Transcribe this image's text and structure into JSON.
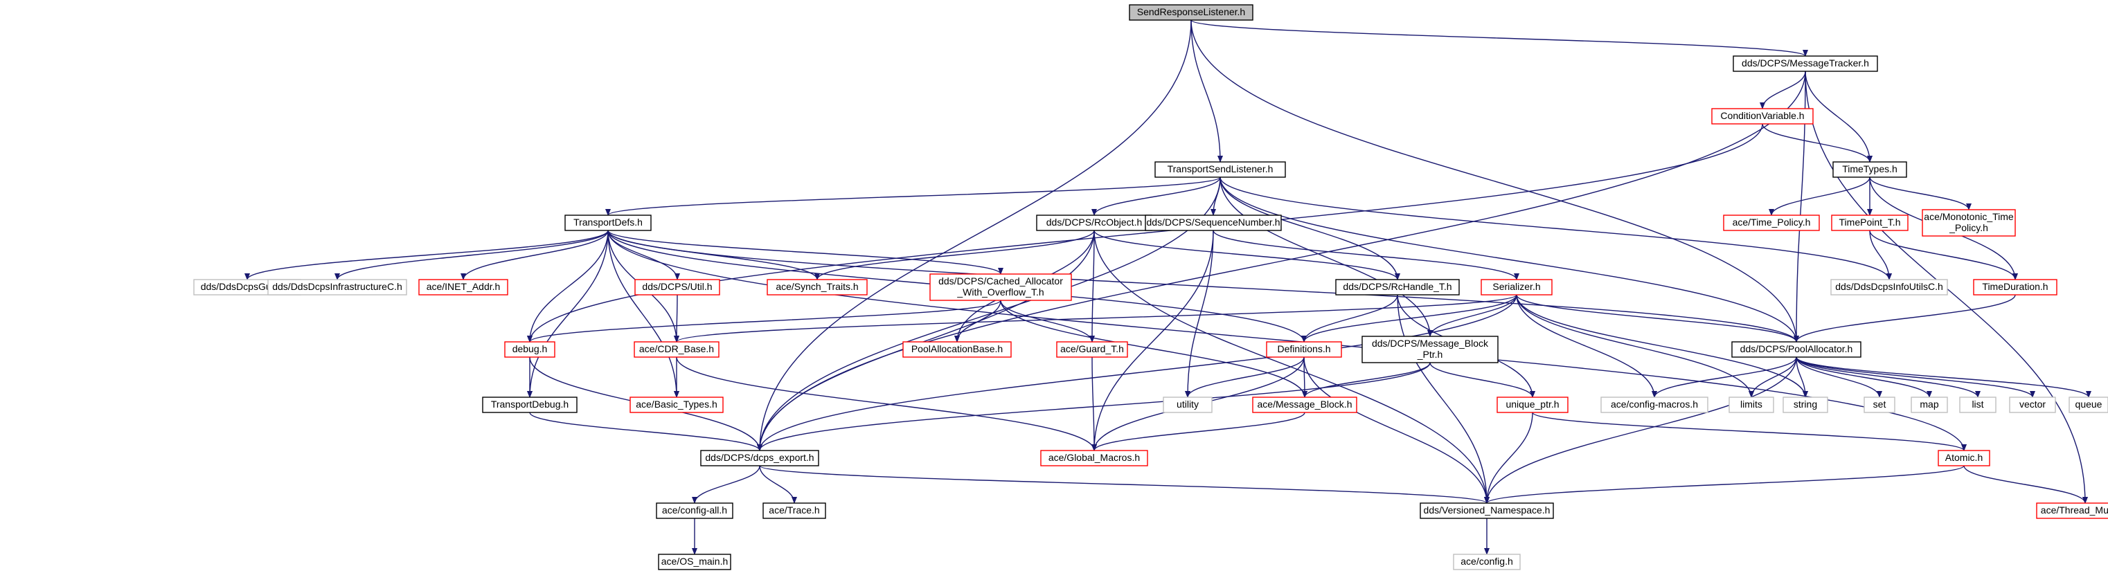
{
  "title": "SendResponseListener.h",
  "colors": {
    "edge": "#191970",
    "root_fill": "#bfbfbf",
    "normal_border": "#000000",
    "truncated_border": "#ff0000",
    "system_border": "#bfbfbf",
    "system_text": "#000000"
  },
  "nodes": [
    {
      "id": "root",
      "lines": [
        "SendResponseListener.h"
      ],
      "kind": "root"
    },
    {
      "id": "msgtracker",
      "lines": [
        "dds/DCPS/MessageTracker.h"
      ],
      "kind": "normal"
    },
    {
      "id": "condvar",
      "lines": [
        "ConditionVariable.h"
      ],
      "kind": "truncated"
    },
    {
      "id": "timetypes",
      "lines": [
        "TimeTypes.h"
      ],
      "kind": "normal"
    },
    {
      "id": "tsl",
      "lines": [
        "TransportSendListener.h"
      ],
      "kind": "normal"
    },
    {
      "id": "transportdefs",
      "lines": [
        "TransportDefs.h"
      ],
      "kind": "normal"
    },
    {
      "id": "rcobject",
      "lines": [
        "dds/DCPS/RcObject.h"
      ],
      "kind": "normal"
    },
    {
      "id": "seqnum",
      "lines": [
        "dds/DCPS/SequenceNumber.h"
      ],
      "kind": "normal"
    },
    {
      "id": "timepolicy",
      "lines": [
        "ace/Time_Policy.h"
      ],
      "kind": "truncated"
    },
    {
      "id": "timepoint",
      "lines": [
        "TimePoint_T.h"
      ],
      "kind": "truncated"
    },
    {
      "id": "monotonic",
      "lines": [
        "ace/Monotonic_Time",
        "_Policy.h"
      ],
      "kind": "truncated"
    },
    {
      "id": "guidc",
      "lines": [
        "dds/DdsDcpsGuidC.h"
      ],
      "kind": "system"
    },
    {
      "id": "infrac",
      "lines": [
        "dds/DdsDcpsInfrastructureC.h"
      ],
      "kind": "system"
    },
    {
      "id": "inetaddr",
      "lines": [
        "ace/INET_Addr.h"
      ],
      "kind": "truncated"
    },
    {
      "id": "util",
      "lines": [
        "dds/DCPS/Util.h"
      ],
      "kind": "truncated"
    },
    {
      "id": "synch",
      "lines": [
        "ace/Synch_Traits.h"
      ],
      "kind": "truncated"
    },
    {
      "id": "cachedalloc",
      "lines": [
        "dds/DCPS/Cached_Allocator",
        "_With_Overflow_T.h"
      ],
      "kind": "truncated"
    },
    {
      "id": "rchandle",
      "lines": [
        "dds/DCPS/RcHandle_T.h"
      ],
      "kind": "normal"
    },
    {
      "id": "serializer",
      "lines": [
        "Serializer.h"
      ],
      "kind": "truncated"
    },
    {
      "id": "infoutils",
      "lines": [
        "dds/DdsDcpsInfoUtilsC.h"
      ],
      "kind": "system"
    },
    {
      "id": "timeduration",
      "lines": [
        "TimeDuration.h"
      ],
      "kind": "truncated"
    },
    {
      "id": "debug",
      "lines": [
        "debug.h"
      ],
      "kind": "truncated"
    },
    {
      "id": "cdrbase",
      "lines": [
        "ace/CDR_Base.h"
      ],
      "kind": "truncated"
    },
    {
      "id": "poolallocbase",
      "lines": [
        "PoolAllocationBase.h"
      ],
      "kind": "truncated"
    },
    {
      "id": "guard",
      "lines": [
        "ace/Guard_T.h"
      ],
      "kind": "truncated"
    },
    {
      "id": "definitions",
      "lines": [
        "Definitions.h"
      ],
      "kind": "truncated"
    },
    {
      "id": "msgblockptr",
      "lines": [
        "dds/DCPS/Message_Block",
        "_Ptr.h"
      ],
      "kind": "normal"
    },
    {
      "id": "poolalloc",
      "lines": [
        "dds/DCPS/PoolAllocator.h"
      ],
      "kind": "normal"
    },
    {
      "id": "transportdebug",
      "lines": [
        "TransportDebug.h"
      ],
      "kind": "normal"
    },
    {
      "id": "basictypes",
      "lines": [
        "ace/Basic_Types.h"
      ],
      "kind": "truncated"
    },
    {
      "id": "utility",
      "lines": [
        "utility"
      ],
      "kind": "system"
    },
    {
      "id": "msgblock",
      "lines": [
        "ace/Message_Block.h"
      ],
      "kind": "truncated"
    },
    {
      "id": "configmacros",
      "lines": [
        "ace/config-macros.h"
      ],
      "kind": "system"
    },
    {
      "id": "limits",
      "lines": [
        "limits"
      ],
      "kind": "system"
    },
    {
      "id": "string",
      "lines": [
        "string"
      ],
      "kind": "system"
    },
    {
      "id": "set",
      "lines": [
        "set"
      ],
      "kind": "system"
    },
    {
      "id": "map",
      "lines": [
        "map"
      ],
      "kind": "system"
    },
    {
      "id": "list",
      "lines": [
        "list"
      ],
      "kind": "system"
    },
    {
      "id": "vector",
      "lines": [
        "vector"
      ],
      "kind": "system"
    },
    {
      "id": "queue",
      "lines": [
        "queue"
      ],
      "kind": "system"
    },
    {
      "id": "uniqueptr",
      "lines": [
        "unique_ptr.h"
      ],
      "kind": "truncated"
    },
    {
      "id": "dcpsexport",
      "lines": [
        "dds/DCPS/dcps_export.h"
      ],
      "kind": "normal"
    },
    {
      "id": "globalmacros",
      "lines": [
        "ace/Global_Macros.h"
      ],
      "kind": "truncated"
    },
    {
      "id": "atomic",
      "lines": [
        "Atomic.h"
      ],
      "kind": "truncated"
    },
    {
      "id": "configall",
      "lines": [
        "ace/config-all.h"
      ],
      "kind": "normal"
    },
    {
      "id": "trace",
      "lines": [
        "ace/Trace.h"
      ],
      "kind": "normal"
    },
    {
      "id": "versioned",
      "lines": [
        "dds/Versioned_Namespace.h"
      ],
      "kind": "normal"
    },
    {
      "id": "threadmutex",
      "lines": [
        "ace/Thread_Mutex.h"
      ],
      "kind": "truncated"
    },
    {
      "id": "osmain",
      "lines": [
        "ace/OS_main.h"
      ],
      "kind": "normal"
    },
    {
      "id": "config",
      "lines": [
        "ace/config.h"
      ],
      "kind": "system"
    }
  ],
  "edges": [
    [
      "root",
      "msgtracker"
    ],
    [
      "root",
      "tsl"
    ],
    [
      "root",
      "poolalloc"
    ],
    [
      "root",
      "dcpsexport"
    ],
    [
      "msgtracker",
      "condvar"
    ],
    [
      "msgtracker",
      "timetypes"
    ],
    [
      "msgtracker",
      "poolalloc"
    ],
    [
      "msgtracker",
      "threadmutex"
    ],
    [
      "msgtracker",
      "dcpsexport"
    ],
    [
      "condvar",
      "timetypes"
    ],
    [
      "condvar",
      "debug"
    ],
    [
      "timetypes",
      "timepolicy"
    ],
    [
      "timetypes",
      "timepoint"
    ],
    [
      "timetypes",
      "monotonic"
    ],
    [
      "timetypes",
      "timeduration"
    ],
    [
      "timepoint",
      "infoutils"
    ],
    [
      "timepoint",
      "timeduration"
    ],
    [
      "timeduration",
      "poolalloc"
    ],
    [
      "tsl",
      "transportdefs"
    ],
    [
      "tsl",
      "rcobject"
    ],
    [
      "tsl",
      "seqnum"
    ],
    [
      "tsl",
      "rchandle"
    ],
    [
      "tsl",
      "msgblockptr"
    ],
    [
      "tsl",
      "poolalloc"
    ],
    [
      "tsl",
      "infoutils"
    ],
    [
      "tsl",
      "dcpsexport"
    ],
    [
      "transportdefs",
      "guidc"
    ],
    [
      "transportdefs",
      "infrac"
    ],
    [
      "transportdefs",
      "inetaddr"
    ],
    [
      "transportdefs",
      "util"
    ],
    [
      "transportdefs",
      "synch"
    ],
    [
      "transportdefs",
      "cachedalloc"
    ],
    [
      "transportdefs",
      "debug"
    ],
    [
      "transportdefs",
      "cdrbase"
    ],
    [
      "transportdefs",
      "basictypes"
    ],
    [
      "transportdefs",
      "definitions"
    ],
    [
      "transportdefs",
      "poolalloc"
    ],
    [
      "transportdefs",
      "atomic"
    ],
    [
      "transportdefs",
      "transportdebug"
    ],
    [
      "util",
      "cdrbase"
    ],
    [
      "rcobject",
      "synch"
    ],
    [
      "rcobject",
      "poolallocbase"
    ],
    [
      "rcobject",
      "guard"
    ],
    [
      "rcobject",
      "rchandle"
    ],
    [
      "rcobject",
      "dcpsexport"
    ],
    [
      "rcobject",
      "versioned"
    ],
    [
      "cachedalloc",
      "debug"
    ],
    [
      "cachedalloc",
      "poolallocbase"
    ],
    [
      "cachedalloc",
      "guard"
    ],
    [
      "cachedalloc",
      "msgblock"
    ],
    [
      "seqnum",
      "serializer"
    ],
    [
      "seqnum",
      "utility"
    ],
    [
      "seqnum",
      "globalmacros"
    ],
    [
      "rchandle",
      "definitions"
    ],
    [
      "rchandle",
      "uniqueptr"
    ],
    [
      "rchandle",
      "versioned"
    ],
    [
      "serializer",
      "definitions"
    ],
    [
      "serializer",
      "msgblockptr"
    ],
    [
      "serializer",
      "poolalloc"
    ],
    [
      "serializer",
      "cdrbase"
    ],
    [
      "serializer",
      "configmacros"
    ],
    [
      "serializer",
      "limits"
    ],
    [
      "serializer",
      "string"
    ],
    [
      "serializer",
      "dcpsexport"
    ],
    [
      "debug",
      "transportdebug"
    ],
    [
      "debug",
      "dcpsexport"
    ],
    [
      "cdrbase",
      "basictypes"
    ],
    [
      "cdrbase",
      "globalmacros"
    ],
    [
      "guard",
      "globalmacros"
    ],
    [
      "definitions",
      "utility"
    ],
    [
      "definitions",
      "msgblock"
    ],
    [
      "definitions",
      "globalmacros"
    ],
    [
      "definitions",
      "versioned"
    ],
    [
      "msgblockptr",
      "msgblock"
    ],
    [
      "msgblockptr",
      "uniqueptr"
    ],
    [
      "msgblockptr",
      "dcpsexport"
    ],
    [
      "poolalloc",
      "configmacros"
    ],
    [
      "poolalloc",
      "limits"
    ],
    [
      "poolalloc",
      "string"
    ],
    [
      "poolalloc",
      "set"
    ],
    [
      "poolalloc",
      "map"
    ],
    [
      "poolalloc",
      "list"
    ],
    [
      "poolalloc",
      "vector"
    ],
    [
      "poolalloc",
      "queue"
    ],
    [
      "poolalloc",
      "versioned"
    ],
    [
      "transportdebug",
      "dcpsexport"
    ],
    [
      "msgblock",
      "globalmacros"
    ],
    [
      "uniqueptr",
      "versioned"
    ],
    [
      "uniqueptr",
      "atomic"
    ],
    [
      "dcpsexport",
      "configall"
    ],
    [
      "dcpsexport",
      "trace"
    ],
    [
      "dcpsexport",
      "versioned"
    ],
    [
      "atomic",
      "versioned"
    ],
    [
      "atomic",
      "threadmutex"
    ],
    [
      "configall",
      "osmain"
    ],
    [
      "versioned",
      "config"
    ]
  ]
}
